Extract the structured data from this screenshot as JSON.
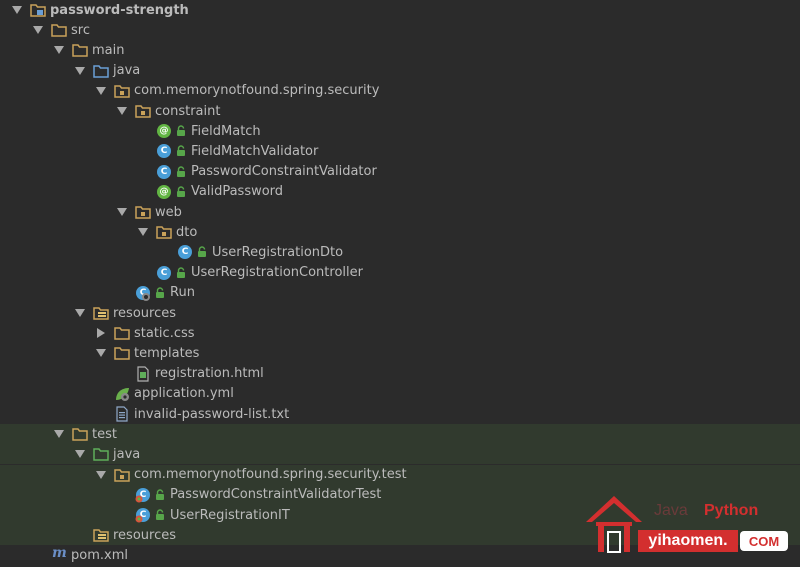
{
  "colors": {
    "background": "#2b2b2b",
    "test_background": "#313a2e",
    "text": "#bbbbbb",
    "folder": "#c9a25a",
    "source_folder": "#6b9fd6",
    "test_folder": "#5fae5a",
    "class_badge": "#4a9fd8",
    "annotation_badge": "#62b543",
    "lock": "#57a64a",
    "watermark_red": "#d32f2f"
  },
  "tree": [
    {
      "label": "password-strength",
      "depth": 0,
      "arrow": "down",
      "icon": "module-folder-icon",
      "bold": true
    },
    {
      "label": "src",
      "depth": 1,
      "arrow": "down",
      "icon": "folder-icon"
    },
    {
      "label": "main",
      "depth": 2,
      "arrow": "down",
      "icon": "folder-icon"
    },
    {
      "label": "java",
      "depth": 3,
      "arrow": "down",
      "icon": "source-folder-icon"
    },
    {
      "label": "com.memorynotfound.spring.security",
      "depth": 4,
      "arrow": "down",
      "icon": "package-icon"
    },
    {
      "label": "constraint",
      "depth": 5,
      "arrow": "down",
      "icon": "package-icon"
    },
    {
      "label": "FieldMatch",
      "depth": 6,
      "arrow": "none",
      "icon": "annotation-icon",
      "lock": true
    },
    {
      "label": "FieldMatchValidator",
      "depth": 6,
      "arrow": "none",
      "icon": "class-icon",
      "lock": true
    },
    {
      "label": "PasswordConstraintValidator",
      "depth": 6,
      "arrow": "none",
      "icon": "class-icon",
      "lock": true
    },
    {
      "label": "ValidPassword",
      "depth": 6,
      "arrow": "none",
      "icon": "annotation-icon",
      "lock": true
    },
    {
      "label": "web",
      "depth": 5,
      "arrow": "down",
      "icon": "package-icon"
    },
    {
      "label": "dto",
      "depth": 6,
      "arrow": "down",
      "icon": "package-icon"
    },
    {
      "label": "UserRegistrationDto",
      "depth": 7,
      "arrow": "none",
      "icon": "class-icon",
      "lock": true
    },
    {
      "label": "UserRegistrationController",
      "depth": 6,
      "arrow": "none",
      "icon": "class-icon",
      "lock": true
    },
    {
      "label": "Run",
      "depth": 5,
      "arrow": "none",
      "icon": "spring-boot-class-icon",
      "lock": true
    },
    {
      "label": "resources",
      "depth": 3,
      "arrow": "down",
      "icon": "resources-folder-icon"
    },
    {
      "label": "static.css",
      "depth": 4,
      "arrow": "right",
      "icon": "folder-icon"
    },
    {
      "label": "templates",
      "depth": 4,
      "arrow": "down",
      "icon": "folder-icon"
    },
    {
      "label": "registration.html",
      "depth": 5,
      "arrow": "none",
      "icon": "html-file-icon"
    },
    {
      "label": "application.yml",
      "depth": 4,
      "arrow": "none",
      "icon": "spring-yml-icon"
    },
    {
      "label": "invalid-password-list.txt",
      "depth": 4,
      "arrow": "none",
      "icon": "text-file-icon"
    },
    {
      "label": "test",
      "depth": 2,
      "arrow": "down",
      "icon": "folder-icon",
      "test": true
    },
    {
      "label": "java",
      "depth": 3,
      "arrow": "down",
      "icon": "test-folder-icon",
      "test": true
    },
    {
      "label": "com.memorynotfound.spring.security.test",
      "depth": 4,
      "arrow": "down",
      "icon": "package-icon",
      "test": true
    },
    {
      "label": "PasswordConstraintValidatorTest",
      "depth": 5,
      "arrow": "none",
      "icon": "test-class-icon",
      "lock": true,
      "test": true
    },
    {
      "label": "UserRegistrationIT",
      "depth": 5,
      "arrow": "none",
      "icon": "test-class-icon",
      "lock": true,
      "test": true
    },
    {
      "label": "resources",
      "depth": 3,
      "arrow": "none",
      "icon": "resources-folder-icon",
      "test": true
    },
    {
      "label": "pom.xml",
      "depth": 1,
      "arrow": "none",
      "icon": "maven-icon"
    }
  ],
  "watermark": {
    "java": "Java",
    "python": "Python",
    "domain": "yihaomen.",
    "com": "COM"
  }
}
